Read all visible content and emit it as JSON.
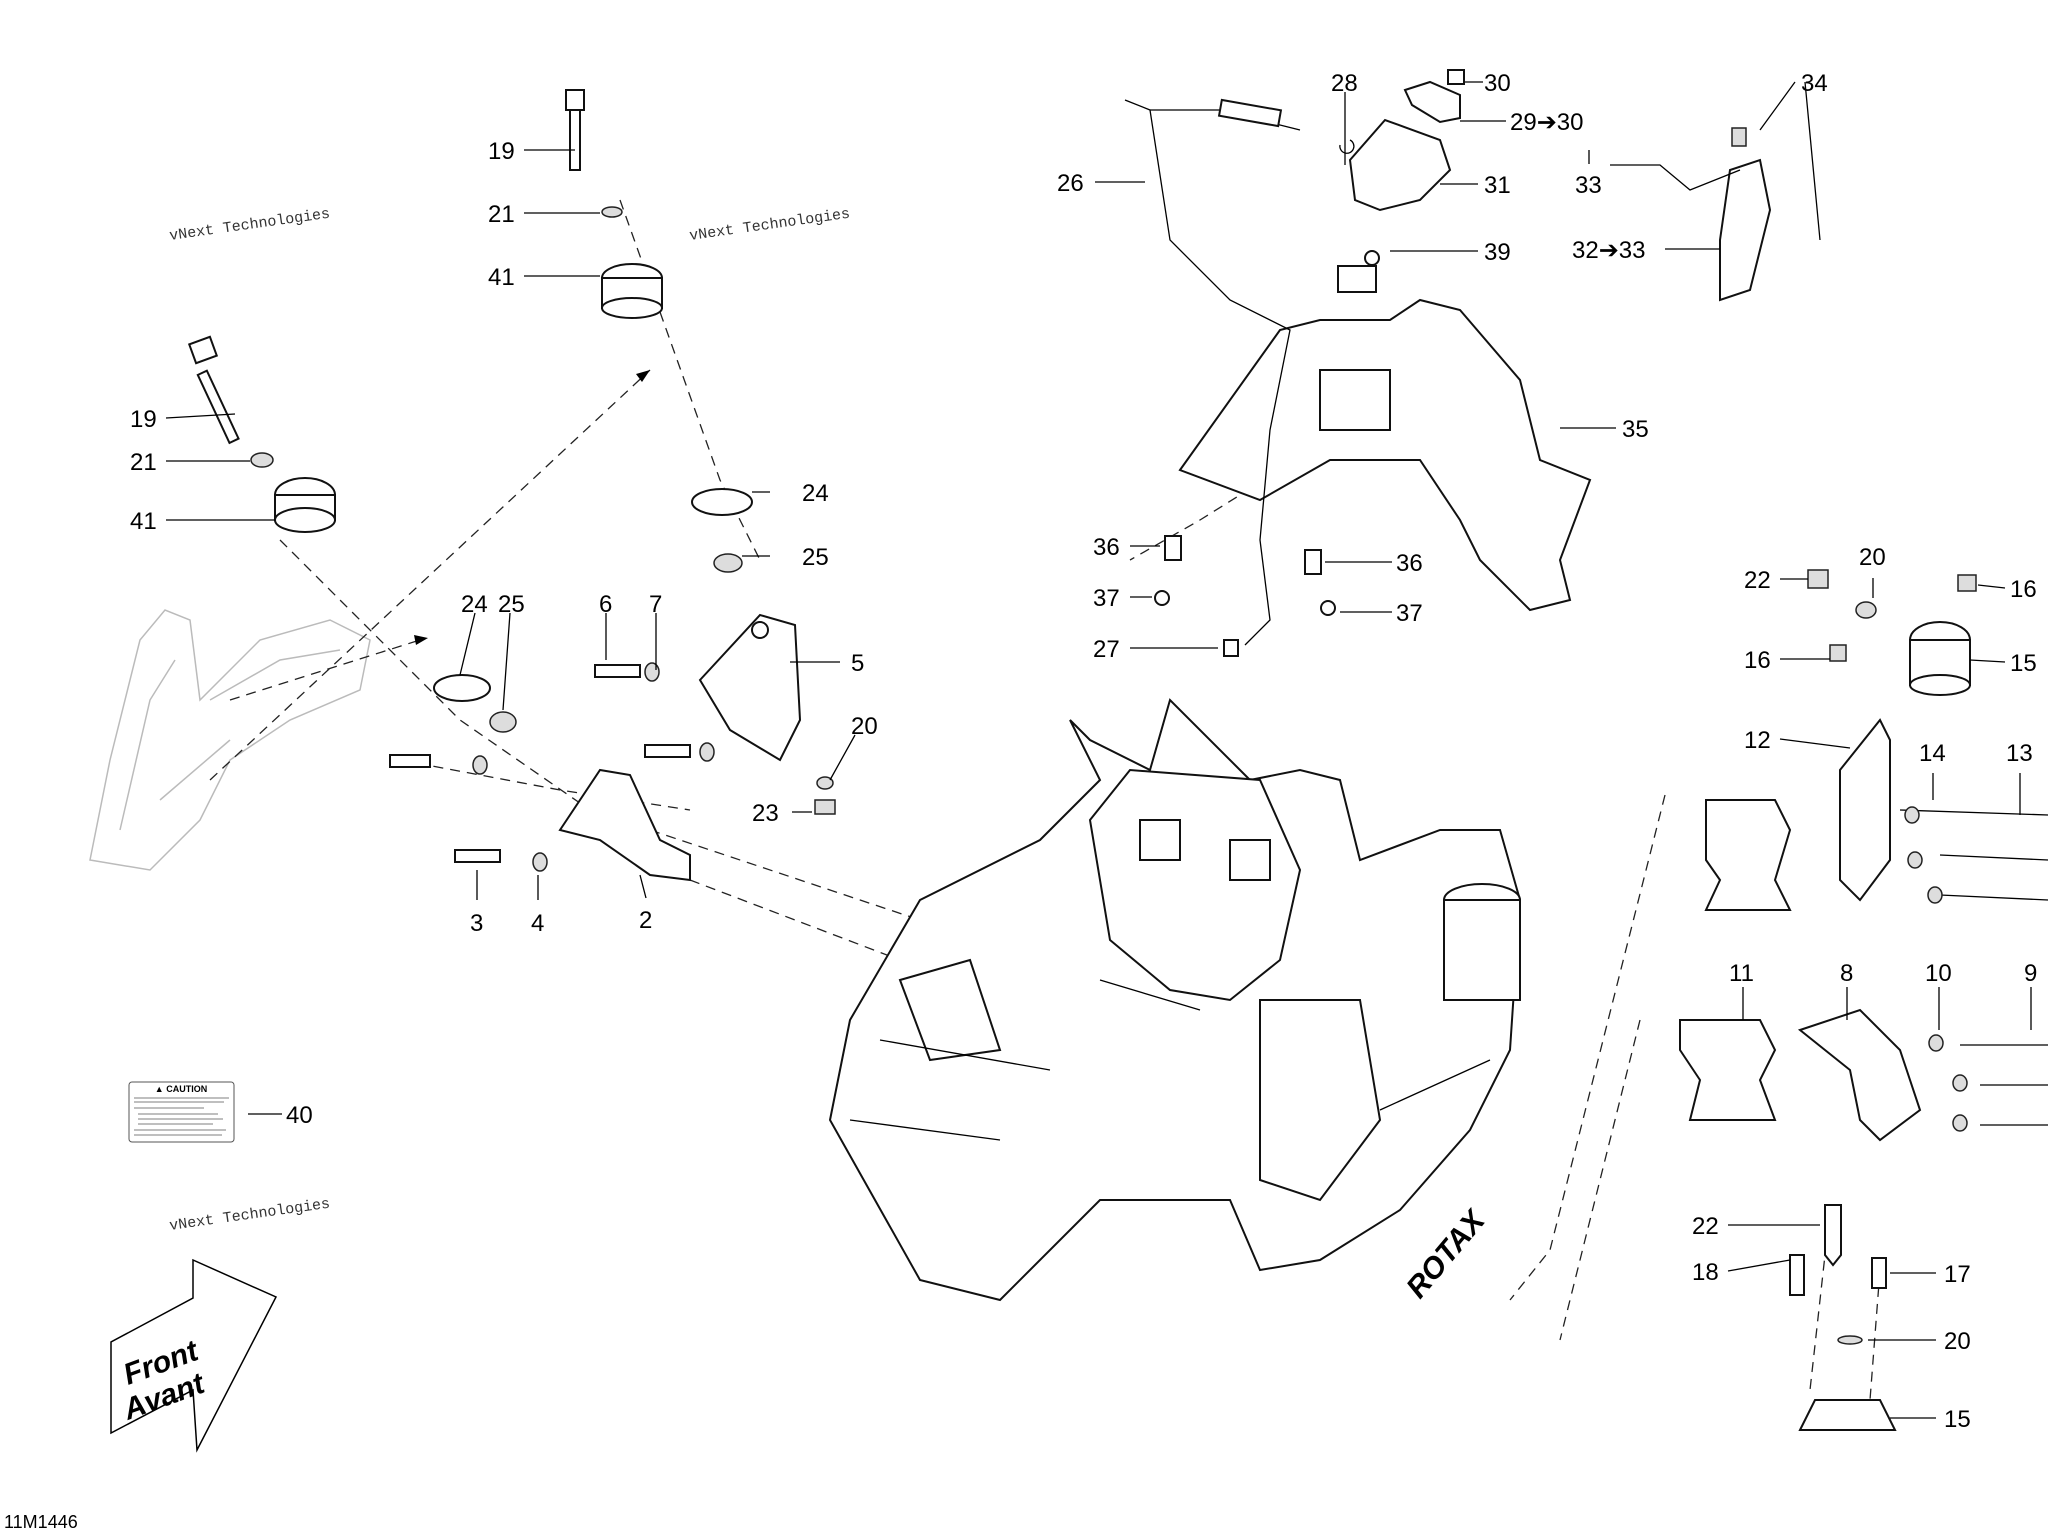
{
  "diagram_code": "11M1446",
  "watermark": "vNext Technologies",
  "front_arrow": {
    "line1": "Front",
    "line2": "Avant"
  },
  "caution_label": {
    "title": "▲ CAUTION"
  },
  "callouts": {
    "c19a": "19",
    "c21a": "21",
    "c41a": "41",
    "c19b": "19",
    "c21b": "21",
    "c41b": "41",
    "c24a": "24",
    "c25a": "25",
    "c24b": "24",
    "c25b": "25",
    "c6": "6",
    "c7": "7",
    "c5": "5",
    "c20a": "20",
    "c23": "23",
    "c3": "3",
    "c4": "4",
    "c2": "2",
    "c26": "26",
    "c28": "28",
    "c30": "30",
    "c29": "29➔30",
    "c31": "31",
    "c39": "39",
    "c33": "33",
    "c34": "34",
    "c32": "32➔33",
    "c35": "35",
    "c36a": "36",
    "c37a": "37",
    "c36b": "36",
    "c37b": "37",
    "c27": "27",
    "c22a": "22",
    "c20b": "20",
    "c16a": "16",
    "c16b": "16",
    "c15a": "15",
    "c12": "12",
    "c14": "14",
    "c13": "13",
    "c11": "11",
    "c8": "8",
    "c10": "10",
    "c9": "9",
    "c22b": "22",
    "c18": "18",
    "c17": "17",
    "c20c": "20",
    "c15b": "15",
    "c40": "40"
  }
}
